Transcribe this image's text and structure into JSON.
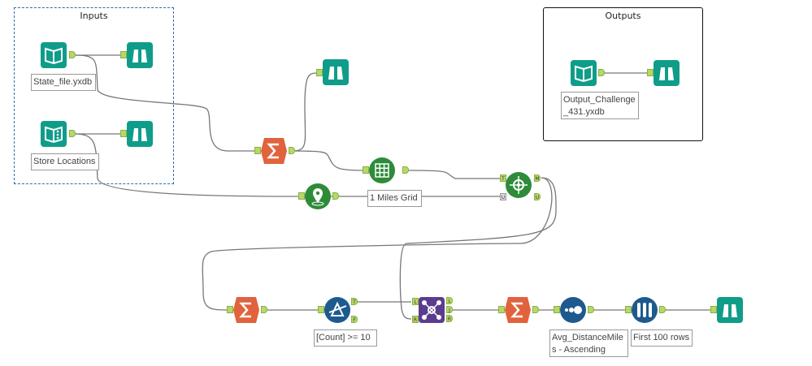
{
  "containers": {
    "inputs": "Inputs",
    "outputs": "Outputs"
  },
  "tools": {
    "state_input": {
      "label": "State_file.yxdb",
      "icon": "input-data-icon"
    },
    "store_input": {
      "label": "Store Locations",
      "icon": "input-data-icon"
    },
    "grid": {
      "label": "1 Miles Grid",
      "icon": "make-grid-icon"
    },
    "filter": {
      "label": "[Count] >= 10",
      "icon": "filter-icon"
    },
    "sort": {
      "label": "Avg_DistanceMiles - Ascending",
      "icon": "sort-icon"
    },
    "sample": {
      "label": "First 100 rows",
      "icon": "sample-icon"
    },
    "output": {
      "label": "Output_Challenge _431.yxdb",
      "icon": "output-data-icon"
    }
  },
  "anchors": {
    "T": "T",
    "U": "U",
    "M": "M",
    "F": "F",
    "L": "L",
    "R": "R",
    "J": "J"
  },
  "colors": {
    "teal": "#0f9d8a",
    "orange": "#e0633d",
    "green": "#2e8b3a",
    "blue": "#1d5a8e",
    "purple": "#5b3d8e",
    "anchor": "#b5d86b"
  }
}
